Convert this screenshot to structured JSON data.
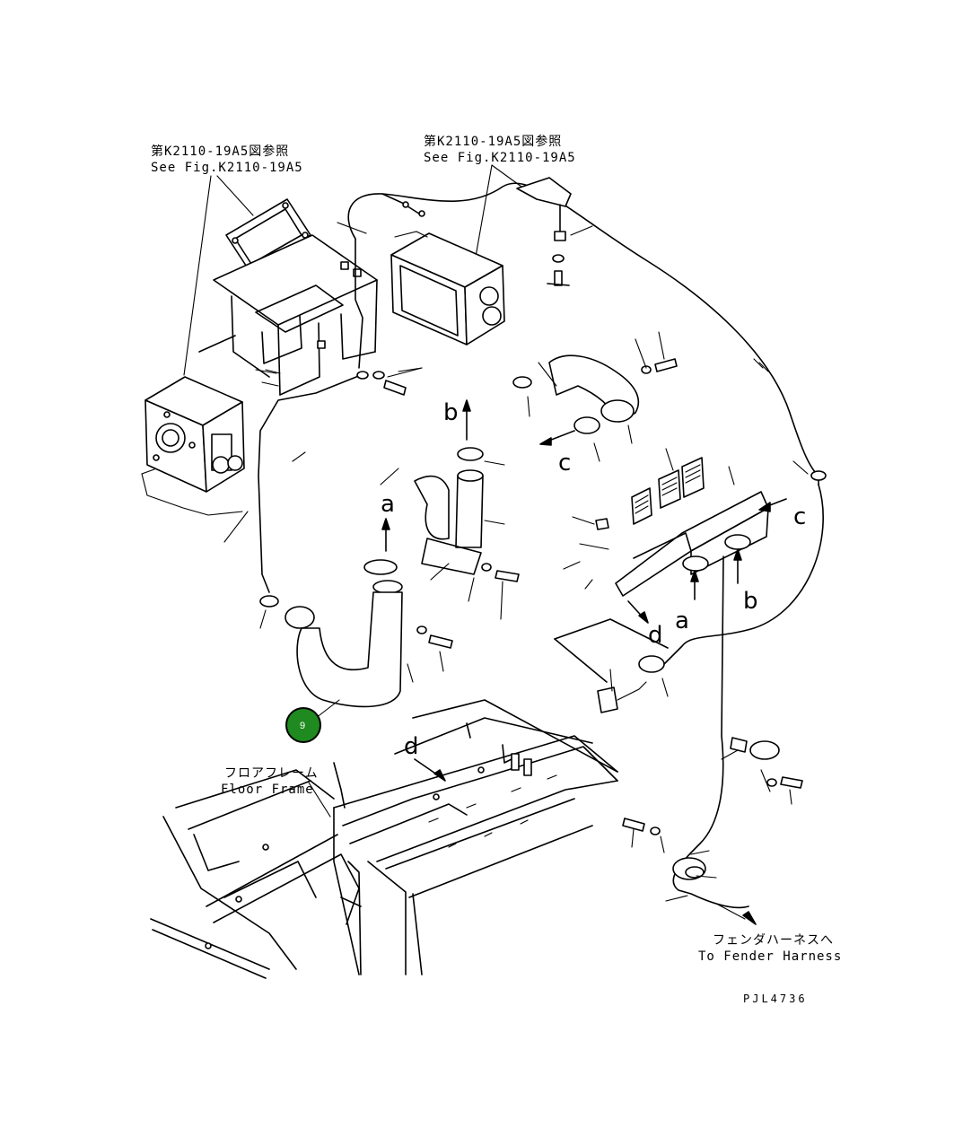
{
  "labels": {
    "ref_left_jp": "第K2110-19A5図参照",
    "ref_left_en": "See Fig.K2110-19A5",
    "ref_right_jp": "第K2110-19A5図参照",
    "ref_right_en": "See Fig.K2110-19A5",
    "floor_frame_jp": "フロアフレーム",
    "floor_frame_en": "Floor Frame",
    "fender_jp": "フェンダハーネスへ",
    "fender_en": "To Fender Harness",
    "drawing_code": "PJL4736"
  },
  "view_markers": {
    "a": "a",
    "b": "b",
    "c": "c",
    "d": "d"
  },
  "callout": {
    "number": "9",
    "color": "#1f8a1f"
  }
}
